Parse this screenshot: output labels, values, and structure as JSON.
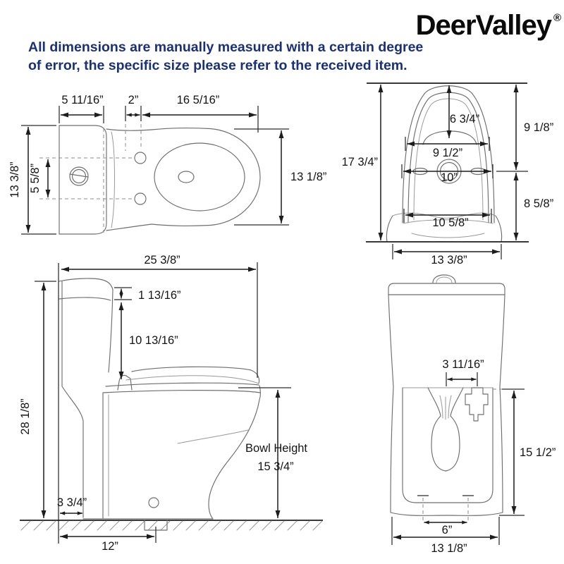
{
  "brand": {
    "name": "DeerValley",
    "registered_mark": "®"
  },
  "disclaimer": {
    "line1": "All dimensions are manually measured with a certain degree",
    "line2": "of error, the specific size please refer to the received item."
  },
  "colors": {
    "disclaimer_text": "#1a3178",
    "object_line": "#6e6e6e",
    "dimension_line": "#1d1d1d"
  },
  "views": {
    "top": {
      "label": "top view",
      "dims": {
        "tank_depth": "5 11/16”",
        "hinge_offset": "2”",
        "bowl_length": "16 5/16”",
        "tank_width": "13 3/8”",
        "button_span": "5 5/8”",
        "bowl_width": "13 1/8”"
      }
    },
    "rear_bowl": {
      "label": "bowl rear view",
      "dims": {
        "overall_height": "17 3/4”",
        "top_to_trap": "6 3/4”",
        "upper_height": "9 1/8”",
        "mid_width": "9 1/2”",
        "outlet_width": "10”",
        "lower_height": "8 5/8”",
        "lower_width": "10 5/8”",
        "base_width": "13 3/8”"
      }
    },
    "side": {
      "label": "side view",
      "dims": {
        "overall_depth": "25 3/8”",
        "lid_height": "1 13/16”",
        "tank_height": "10 13/16”",
        "overall_height": "28 1/8”",
        "bowl_height_label": "Bowl Height",
        "bowl_height_value": "15 3/4”",
        "base_setback": "3 3/4”",
        "rough_in": "12”"
      }
    },
    "back": {
      "label": "back view",
      "dims": {
        "supply_offset": "3 11/16”",
        "back_height": "15 1/2”",
        "bolt_spacing": "6”",
        "base_width": "13 1/8”"
      }
    }
  }
}
